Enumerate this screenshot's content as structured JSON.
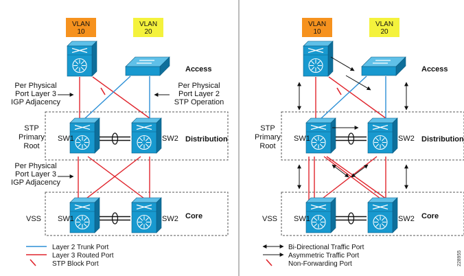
{
  "colors": {
    "trunk": "#2b8fd6",
    "routed": "#e0242c",
    "vlan10": "#f6921e",
    "vlan20": "#f4f23c",
    "switch_front": "#1899cf",
    "switch_top": "#5fc0e8",
    "switch_side": "#0e6f9b",
    "dash": "#555555"
  },
  "left": {
    "vlan10": "VLAN\n10",
    "vlan20": "VLAN\n20",
    "label_access": "Access",
    "label_distribution": "Distribution",
    "label_core": "Core",
    "note_l3_igp": "Per Physical\nPort Layer 3\nIGP Adjacency",
    "note_l2_stp": "Per Physical\nPort Layer 2\nSTP Operation",
    "note_l3_igp_lower": "Per Physical\nPort Layer 3\nIGP Adjacency",
    "stp_root": "STP\nPrimary\nRoot",
    "vss": "VSS",
    "sw1": "SW1",
    "sw2": "SW2",
    "core_sw1": "SW1",
    "core_sw2": "SW2",
    "legend": [
      {
        "kind": "trunk",
        "text": "Layer 2 Trunk Port"
      },
      {
        "kind": "routed",
        "text": "Layer 3 Routed Port"
      },
      {
        "kind": "block",
        "text": "STP Block Port"
      }
    ]
  },
  "right": {
    "vlan10": "VLAN\n10",
    "vlan20": "VLAN\n20",
    "label_access": "Access",
    "label_distribution": "Distribution",
    "label_core": "Core",
    "stp_root": "STP\nPrimary\nRoot",
    "vss": "VSS",
    "sw1": "SW1",
    "sw2": "SW2",
    "core_sw1": "SW1",
    "core_sw2": "SW2",
    "legend": [
      {
        "kind": "bidir",
        "text": "Bi-Directional Traffic Port"
      },
      {
        "kind": "asym",
        "text": "Asymmetric Traffic Port"
      },
      {
        "kind": "nonfwd",
        "text": "Non-Forwarding Port"
      }
    ]
  },
  "figure_id": "228955"
}
